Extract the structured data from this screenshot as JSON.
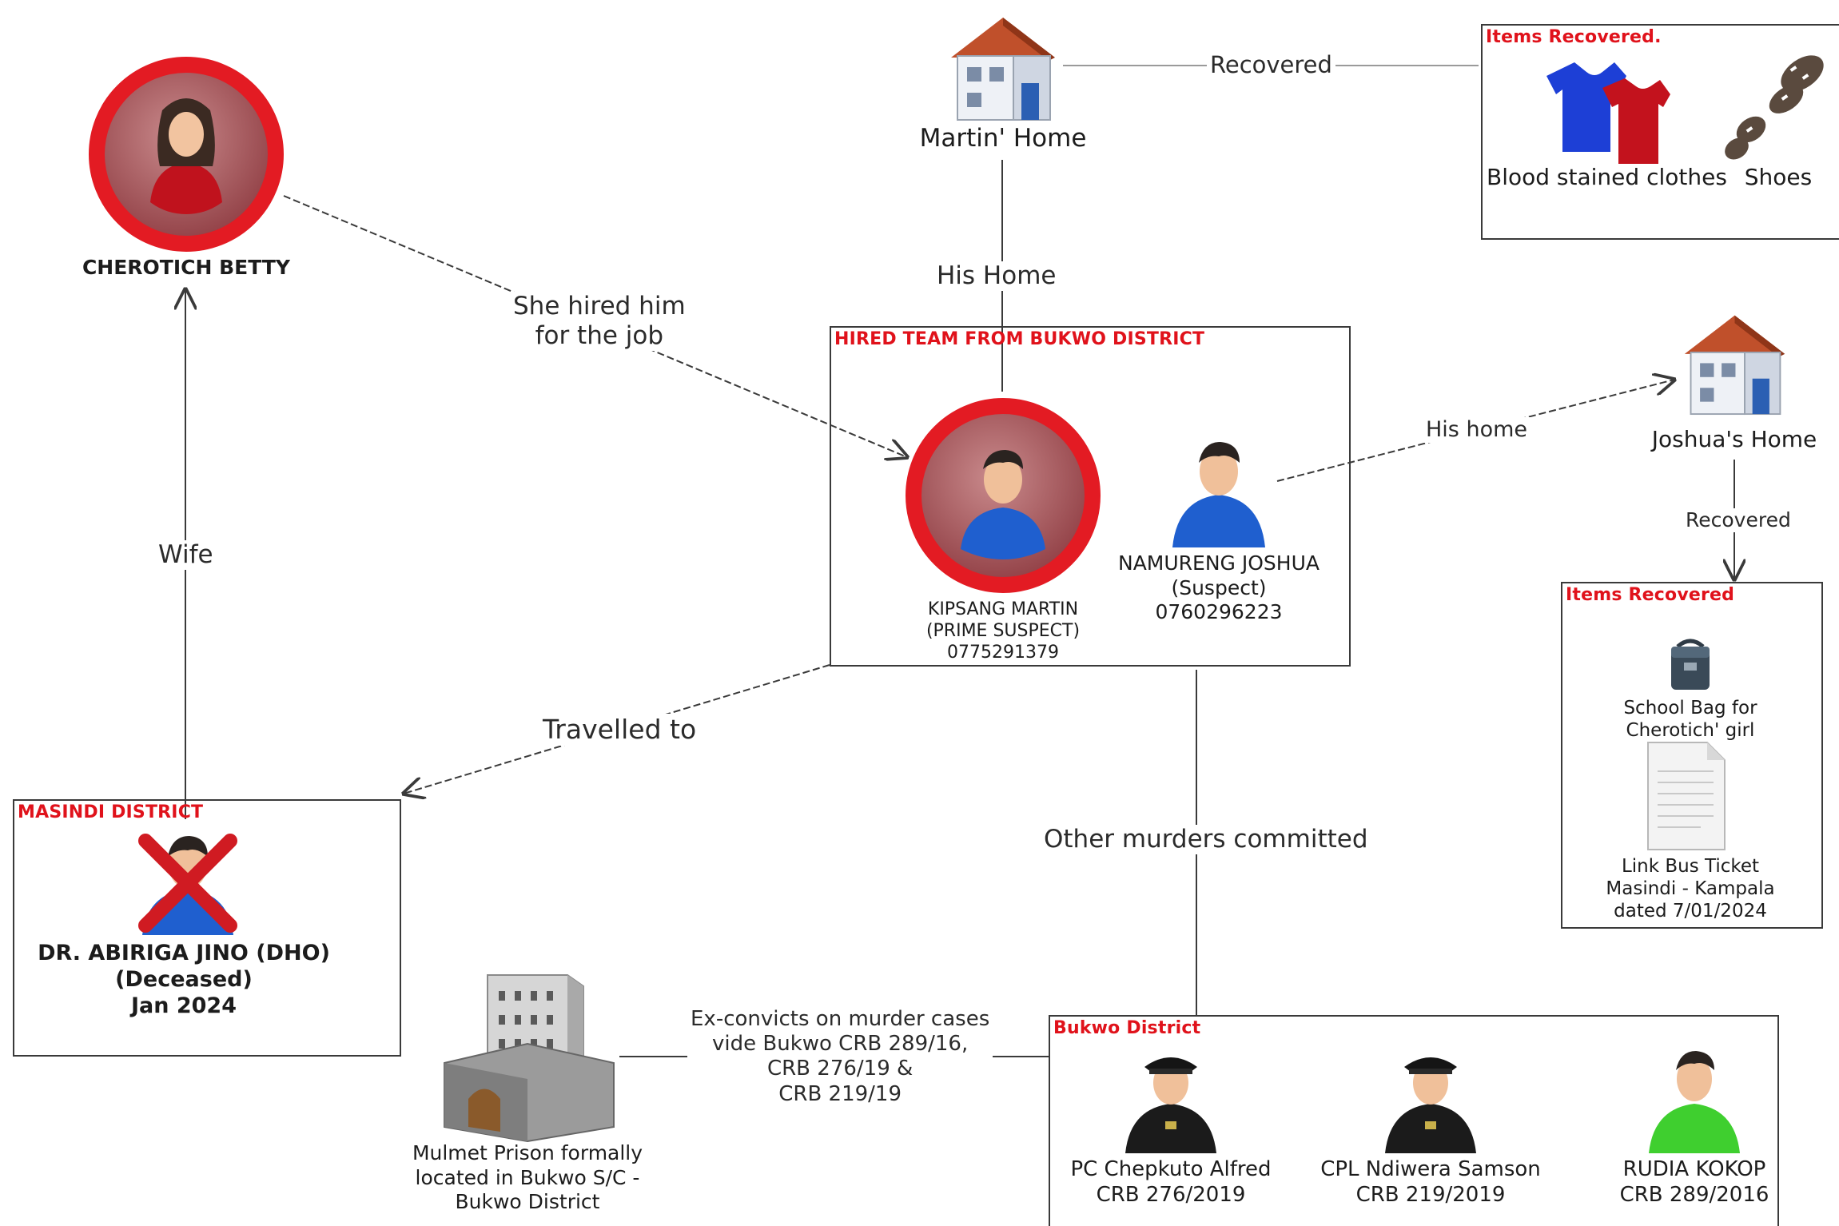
{
  "nodes": {
    "betty": {
      "name": "CHEROTICH  BETTY"
    },
    "martins_home": {
      "label": "Martin' Home"
    },
    "joshuas_home": {
      "label": "Joshua's Home"
    },
    "martin": {
      "line1": "KIPSANG MARTIN",
      "line2": "(PRIME SUSPECT)",
      "line3": "0775291379"
    },
    "joshua": {
      "line1": "NAMURENG JOSHUA",
      "line2": "(Suspect)",
      "line3": "0760296223"
    },
    "jino": {
      "line1": "DR. ABIRIGA JINO (DHO)",
      "line2": "(Deceased)",
      "line3": "Jan 2024"
    },
    "prison": {
      "line1": "Mulmet Prison formally",
      "line2": "located in Bukwo S/C -",
      "line3": "Bukwo District"
    },
    "chepkuto": {
      "line1": "PC Chepkuto Alfred",
      "line2": "CRB 276/2019"
    },
    "ndiwera": {
      "line1": "CPL Ndiwera Samson",
      "line2": "CRB 219/2019"
    },
    "kokop": {
      "line1": "RUDIA   KOKOP",
      "line2": "CRB 289/2016"
    },
    "clothes": {
      "label": "Blood stained clothes"
    },
    "shoes": {
      "label": "Shoes"
    },
    "school_bag": {
      "line1": "School Bag for",
      "line2": "Cherotich' girl"
    },
    "ticket": {
      "line1": "Link Bus Ticket",
      "line2": "Masindi - Kampala",
      "line3": "dated 7/01/2024"
    }
  },
  "groups": {
    "items_top": "Items Recovered.",
    "hired_team": "HIRED TEAM FROM BUKWO DISTRICT",
    "items_right": "Items Recovered",
    "masindi": "MASINDI  DISTRICT",
    "bukwo": "Bukwo District"
  },
  "edges": {
    "recovered_top": "Recovered",
    "his_home_martin": "His   Home",
    "hired_1": "She hired him",
    "hired_2": "for the job",
    "his_home_joshua": "His home",
    "recovered_right": "Recovered",
    "wife": "Wife",
    "travelled": "Travelled to",
    "other_murders": "Other murders committed",
    "exconvicts_1": "Ex-convicts on murder cases",
    "exconvicts_2": "vide Bukwo CRB 289/16,",
    "exconvicts_3": "CRB 276/19  &",
    "exconvicts_4": "CRB 219/19"
  },
  "colors": {
    "highlight_ring": "#e31b23",
    "group_title": "#e0121b",
    "shirt_blue": "#1f5fcf",
    "shirt_green": "#3fcf2f",
    "police_black": "#1b1b1b",
    "roof": "#c0502b",
    "link": "#3a3a3a"
  }
}
